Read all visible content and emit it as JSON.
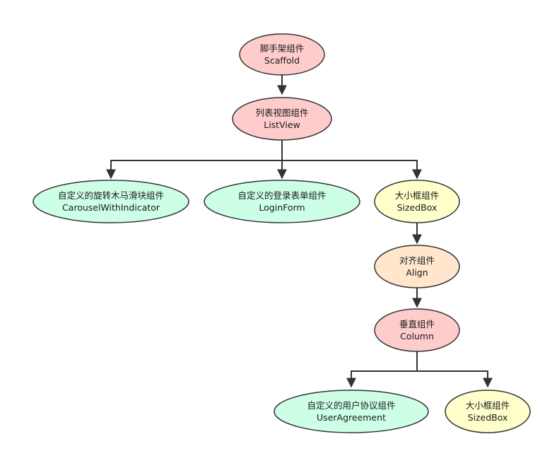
{
  "colors": {
    "pink": "#ffcccc",
    "green": "#ccffe6",
    "yellow": "#ffffcc",
    "peach": "#ffe6cc",
    "stroke": "#333333",
    "edge": "#333333"
  },
  "nodes": {
    "scaffold": {
      "line1": "脚手架组件",
      "line2": "Scaffold",
      "fill": "pink"
    },
    "listview": {
      "line1": "列表视图组件",
      "line2": "ListView",
      "fill": "pink"
    },
    "carousel": {
      "line1": "自定义的旋转木马滑块组件",
      "line2": "CarouselWithIndicator",
      "fill": "green"
    },
    "loginform": {
      "line1": "自定义的登录表单组件",
      "line2": "LoginForm",
      "fill": "green"
    },
    "sizedbox1": {
      "line1": "大小框组件",
      "line2": "SizedBox",
      "fill": "yellow"
    },
    "align": {
      "line1": "对齐组件",
      "line2": "Align",
      "fill": "peach"
    },
    "column": {
      "line1": "垂直组件",
      "line2": "Column",
      "fill": "pink"
    },
    "useragreement": {
      "line1": "自定义的用户协议组件",
      "line2": "UserAgreement",
      "fill": "green"
    },
    "sizedbox2": {
      "line1": "大小框组件",
      "line2": "SizedBox",
      "fill": "yellow"
    }
  }
}
